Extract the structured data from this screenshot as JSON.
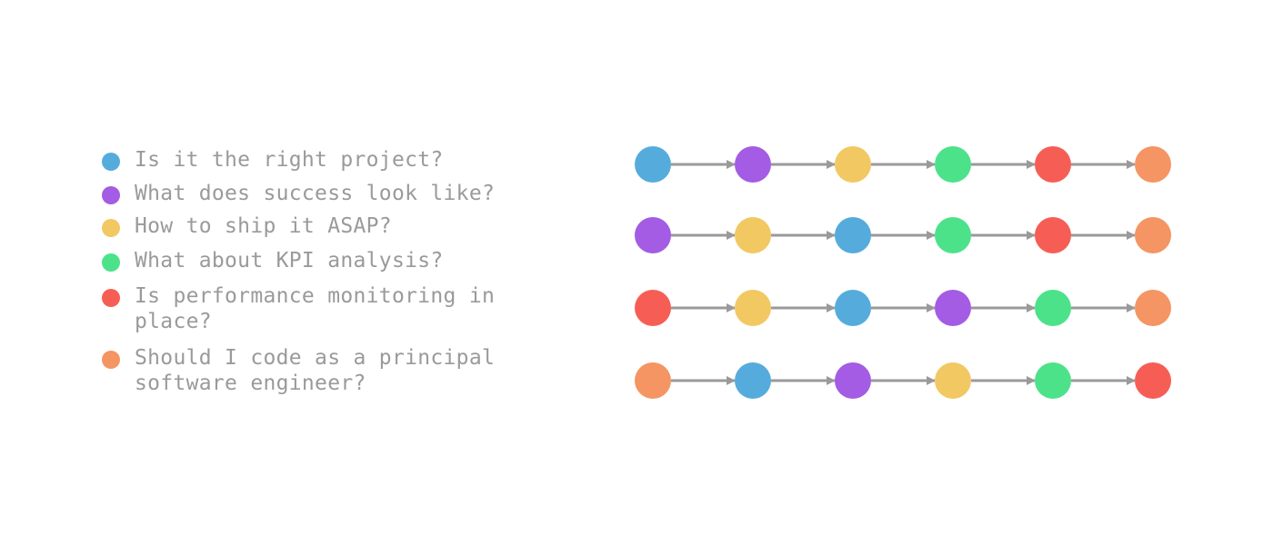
{
  "colors": {
    "blue": "#55acdc",
    "purple": "#a35ce3",
    "yellow": "#f2c862",
    "green": "#4ce28a",
    "red": "#f65e55",
    "orange": "#f49563",
    "arrow": "#9a9a9a",
    "text": "#9a9a9a"
  },
  "legend": [
    {
      "color": "blue",
      "text": "Is it the right project?"
    },
    {
      "color": "purple",
      "text": "What does success look like?"
    },
    {
      "color": "yellow",
      "text": "How to ship it ASAP?"
    },
    {
      "color": "green",
      "text": "What about KPI analysis?"
    },
    {
      "color": "red",
      "text": "Is performance monitoring in place?"
    },
    {
      "color": "orange",
      "text": "Should I code as a principal software engineer?"
    }
  ],
  "sequences": [
    [
      "blue",
      "purple",
      "yellow",
      "green",
      "red",
      "orange"
    ],
    [
      "purple",
      "yellow",
      "blue",
      "green",
      "red",
      "orange"
    ],
    [
      "red",
      "yellow",
      "blue",
      "purple",
      "green",
      "orange"
    ],
    [
      "orange",
      "blue",
      "purple",
      "yellow",
      "green",
      "red"
    ]
  ]
}
